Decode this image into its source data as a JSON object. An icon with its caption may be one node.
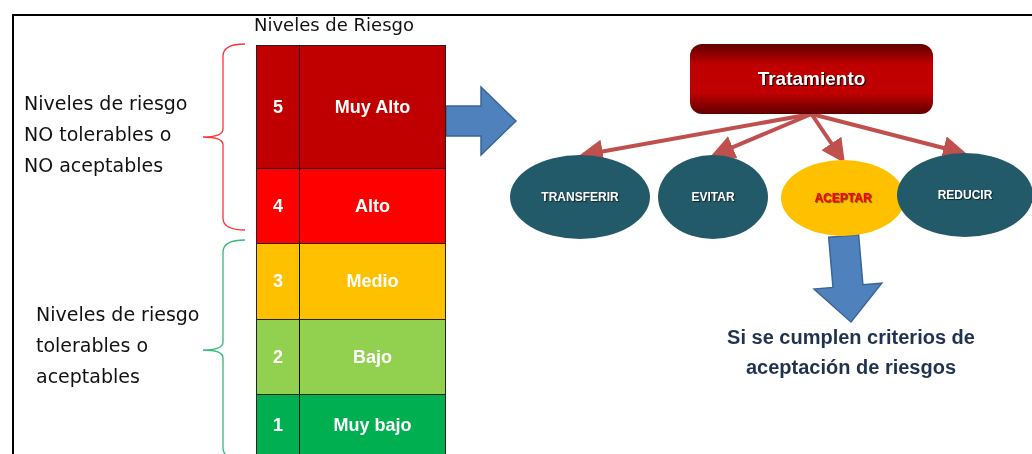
{
  "diagram": {
    "nodes": [
      {
        "text": [
          "Niveles de Riesgo"
        ]
      },
      {
        "text": [
          "5",
          "Muy Alto"
        ],
        "in": 0
      },
      {
        "text": [
          "4",
          "Alto"
        ],
        "in": 0
      },
      {
        "text": [
          "3",
          "Medio"
        ],
        "in": 0
      },
      {
        "text": [
          "2",
          "Bajo"
        ],
        "in": 0
      },
      {
        "text": [
          "1",
          "Muy bajo"
        ],
        "in": 0
      },
      {
        "text": [
          "Tratamiento"
        ]
      },
      {
        "text": [
          "TRANSFERIR"
        ]
      },
      {
        "text": [
          "EVITAR"
        ]
      },
      {
        "text": [
          "ACEPTAR"
        ]
      },
      {
        "text": [
          "REDUCIR"
        ]
      },
      {
        "text": [
          "Si se cumplen criterios de aceptación de riesgos"
        ]
      }
    ],
    "edges": [
      {
        "from": 0,
        "to": null,
        "arrow": "to",
        "style": "thick",
        "color": "#4f81bd"
      },
      {
        "from": 6,
        "to": 7,
        "arrow": "to"
      },
      {
        "from": 6,
        "to": 8,
        "arrow": "to"
      },
      {
        "from": 6,
        "to": 9,
        "arrow": "to"
      },
      {
        "from": 6,
        "to": 10,
        "arrow": "to"
      },
      {
        "from": 9,
        "to": 11,
        "arrow": "to",
        "style": "thick",
        "color": "#4f81bd"
      }
    ],
    "labels": [
      "Niveles de riesgo NO tolerables o NO aceptables",
      "Niveles de riesgo tolerables o aceptables"
    ]
  }
}
